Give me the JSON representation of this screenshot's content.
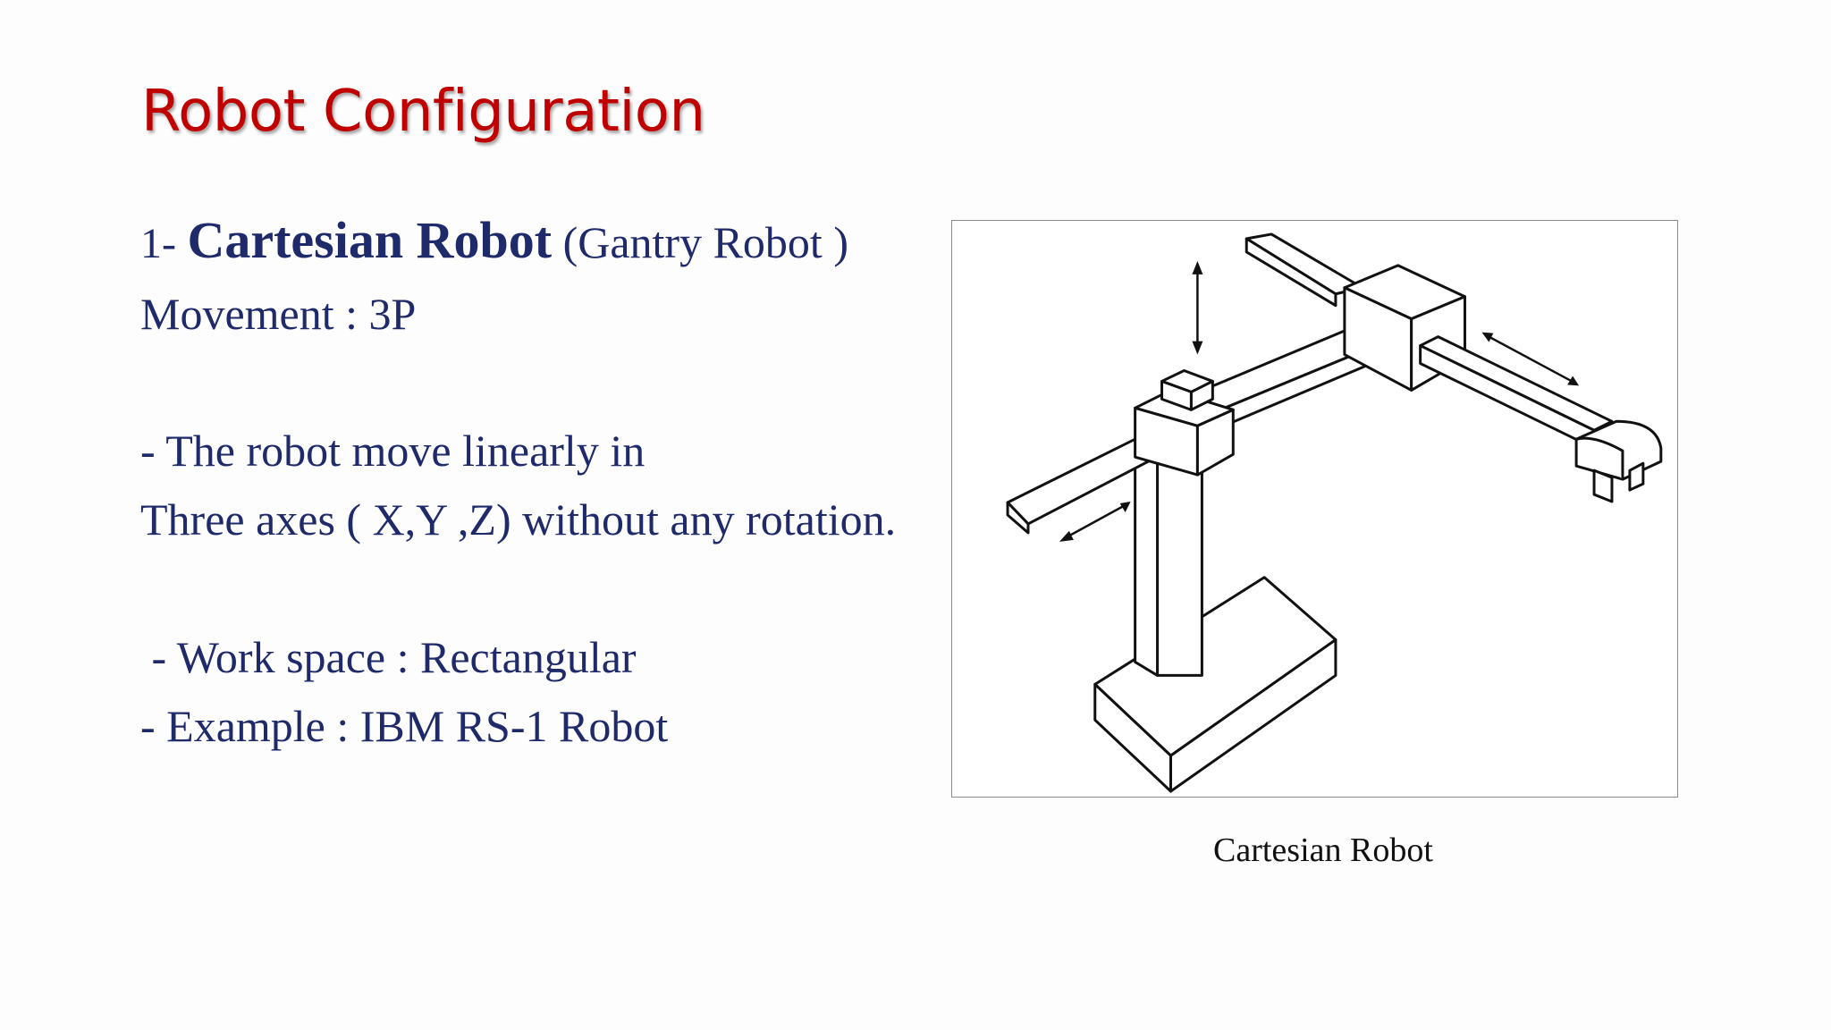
{
  "slide": {
    "title": "Robot Configuration",
    "heading": {
      "number": "1-",
      "main": "Cartesian Robot",
      "sub": "(Gantry Robot )"
    },
    "movement": "Movement : 3P",
    "description_line1": "- The robot move linearly in",
    "description_line2": "Three axes ( X,Y ,Z) without any rotation.",
    "work_space": " - Work space : Rectangular",
    "example": "- Example : IBM RS-1 Robot"
  },
  "figure": {
    "caption": "Cartesian Robot"
  },
  "colors": {
    "title": "#c00000",
    "body_text": "#1f2a6b",
    "background": "#fdfdfd"
  }
}
